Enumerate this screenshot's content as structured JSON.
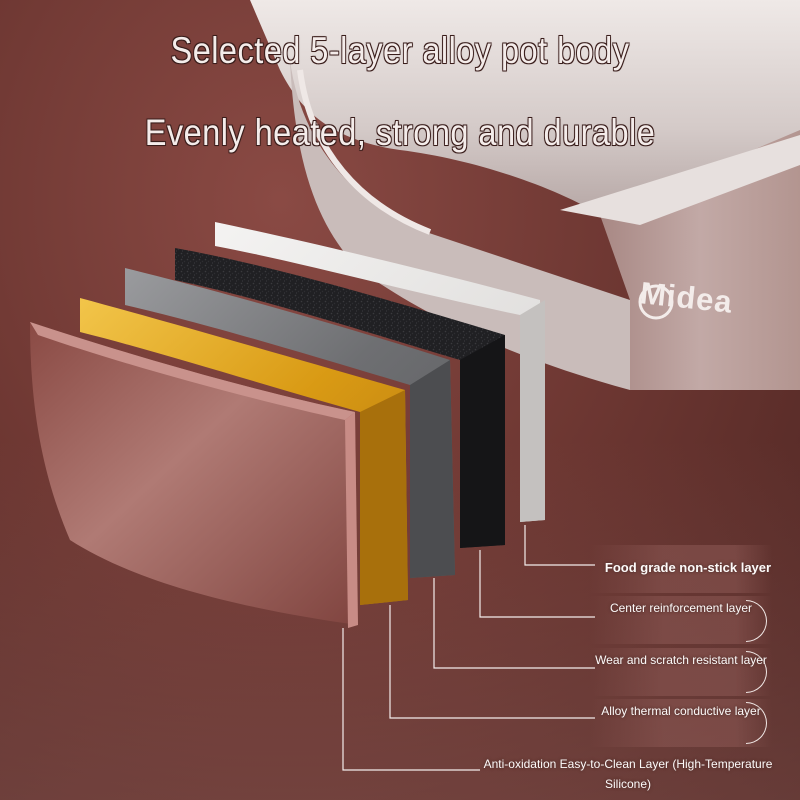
{
  "headline": {
    "line1": "Selected 5-layer alloy pot body",
    "line2": "Evenly heated, strong and durable"
  },
  "brand": "Midea",
  "layers": [
    {
      "label": "Food grade non-stick layer",
      "color": "#e9e7e5"
    },
    {
      "label": "Center reinforcement layer",
      "color": "#1f1f22"
    },
    {
      "label": "Wear and scratch resistant layer",
      "color": "#7c7d80"
    },
    {
      "label": "Alloy thermal conductive layer",
      "color": "#e2ac1f"
    },
    {
      "label": "Anti-oxidation Easy-to-Clean Layer (High-Temperature Silicone)",
      "color": "#9a5a55"
    }
  ],
  "colors": {
    "background": "#6f3833",
    "pot": "#d9d2d0",
    "text": "#f4ecea"
  }
}
